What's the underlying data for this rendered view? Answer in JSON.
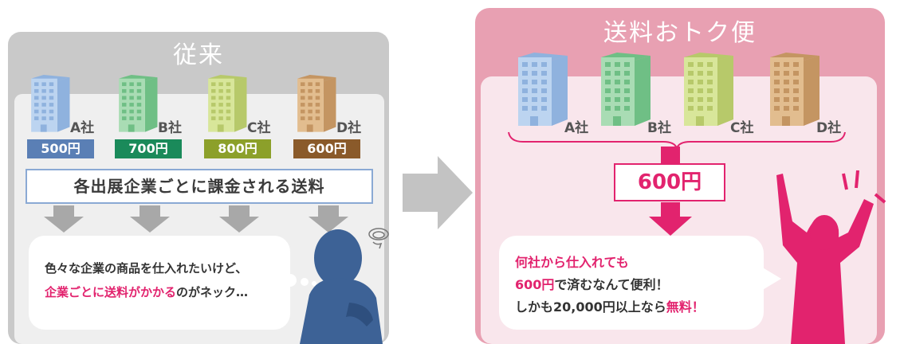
{
  "left": {
    "title": "従来",
    "buildings": [
      {
        "label": "A社",
        "price": "500円",
        "price_color": "#5a7fb5",
        "body_color": "#bcd4f0",
        "shade_color": "#8fb2de"
      },
      {
        "label": "B社",
        "price": "700円",
        "price_color": "#1a8a5a",
        "body_color": "#a9dcb4",
        "shade_color": "#6fbf85"
      },
      {
        "label": "C社",
        "price": "800円",
        "price_color": "#8ca02a",
        "body_color": "#d8e69a",
        "shade_color": "#b7c96a"
      },
      {
        "label": "D社",
        "price": "600円",
        "price_color": "#8a5a2a",
        "body_color": "#e2bd8f",
        "shade_color": "#c49562"
      }
    ],
    "banner": "各出展企業ごとに課金される送料",
    "bubble": {
      "line1": "色々な企業の商品を仕入れたいけど、",
      "line2_pink": "企業ごとに送料がかかる",
      "line2_rest": "のがネック…"
    }
  },
  "right": {
    "title": "送料おトク便",
    "buildings": [
      {
        "label": "A社",
        "body_color": "#bcd4f0",
        "shade_color": "#8fb2de"
      },
      {
        "label": "B社",
        "body_color": "#a9dcb4",
        "shade_color": "#6fbf85"
      },
      {
        "label": "C社",
        "body_color": "#d8e69a",
        "shade_color": "#b7c96a"
      },
      {
        "label": "D社",
        "body_color": "#e2bd8f",
        "shade_color": "#c49562"
      }
    ],
    "price": "600円",
    "bubble": {
      "line1_pink": "何社から仕入れても",
      "line2_pink": "600円",
      "line2_rest": "で済むなんて便利！",
      "line3_rest": "しかも20,000円以上なら",
      "line3_pink": "無料！"
    }
  },
  "colors": {
    "accent_pink": "#e2236e",
    "gray_arrow": "#a8a8a8"
  }
}
